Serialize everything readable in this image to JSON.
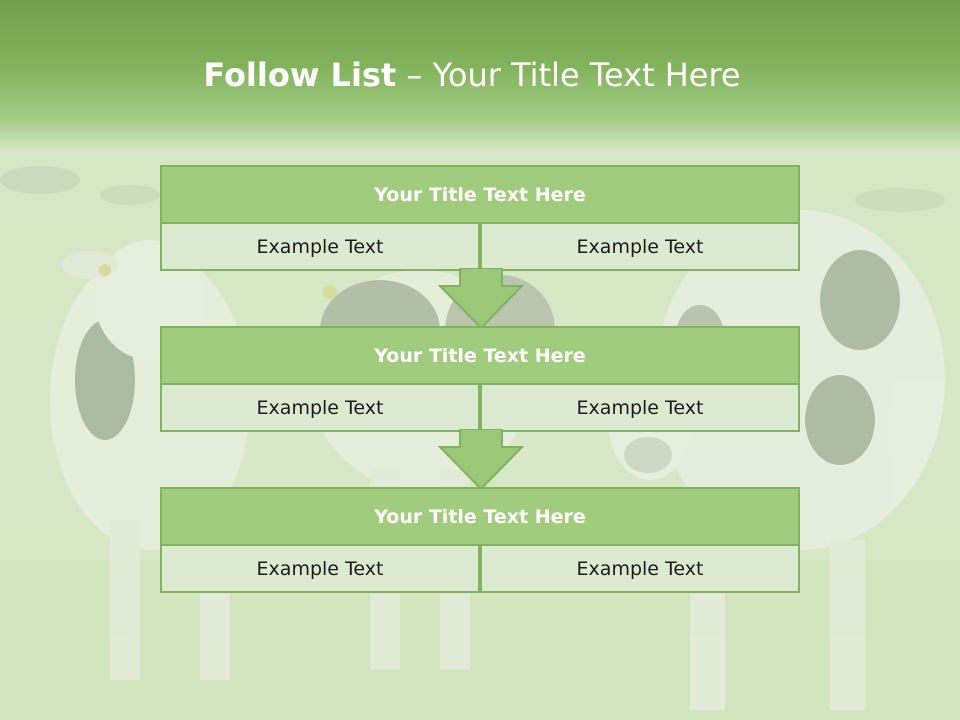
{
  "slide": {
    "title_bold": "Follow List",
    "title_rest": " – Your Title Text Here"
  },
  "blocks": [
    {
      "title": "Your Title Text Here",
      "left_text": "Example Text",
      "right_text": "Example Text"
    },
    {
      "title": "Your Title Text Here",
      "left_text": "Example Text",
      "right_text": "Example Text"
    },
    {
      "title": "Your Title Text Here",
      "left_text": "Example Text",
      "right_text": "Example Text"
    }
  ],
  "colors": {
    "header_green": "#83b35c",
    "box_title_fill": "#a2cc7d",
    "box_cell_fill": "#dbead0",
    "border_green": "#83b15e",
    "arrow_fill": "#9bc876"
  },
  "background": {
    "subject": "cows-in-pasture-photo"
  }
}
